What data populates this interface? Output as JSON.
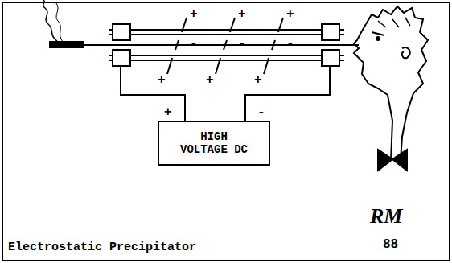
{
  "diagram": {
    "caption": "Electrostatic Precipitator",
    "nodes": [
      {
        "text": [
          "HIGH VOLTAGE DC"
        ]
      }
    ],
    "labels": [
      "+",
      "+",
      "+",
      "-",
      "-",
      "-",
      "+",
      "+",
      "+",
      "+",
      "-",
      "RM",
      "88"
    ]
  }
}
